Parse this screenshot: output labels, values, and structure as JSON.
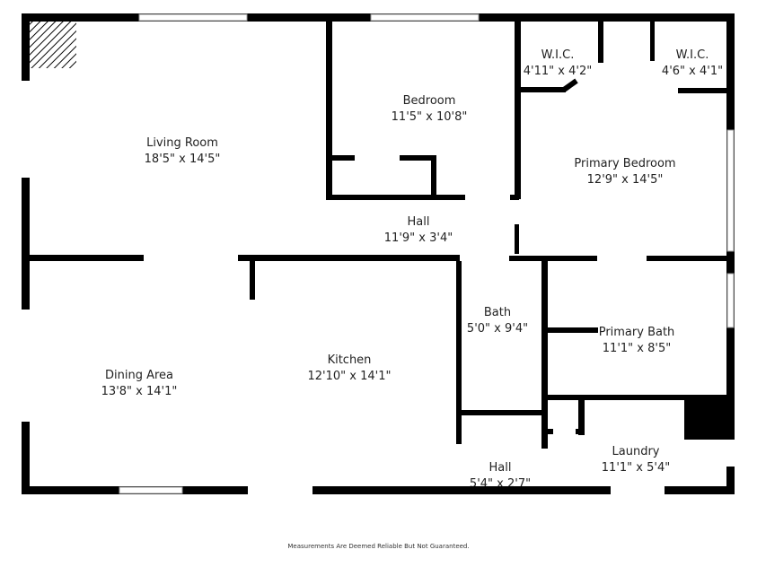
{
  "colors": {
    "wall": "#000000",
    "background": "#ffffff",
    "window": "#9a9a9a"
  },
  "rooms": [
    {
      "name": "Living Room",
      "dims": "18'5\" x 14'5\""
    },
    {
      "name": "Bedroom",
      "dims": "11'5\" x 10'8\""
    },
    {
      "name": "W.I.C.",
      "dims": "4'11\" x 4'2\""
    },
    {
      "name": "W.I.C.",
      "dims": "4'6\" x 4'1\""
    },
    {
      "name": "Primary Bedroom",
      "dims": "12'9\" x 14'5\""
    },
    {
      "name": "Hall",
      "dims": "11'9\" x 3'4\""
    },
    {
      "name": "Bath",
      "dims": "5'0\" x 9'4\""
    },
    {
      "name": "Primary Bath",
      "dims": "11'1\" x 8'5\""
    },
    {
      "name": "Dining Area",
      "dims": "13'8\" x 14'1\""
    },
    {
      "name": "Kitchen",
      "dims": "12'10\" x 14'1\""
    },
    {
      "name": "Laundry",
      "dims": "11'1\" x 5'4\""
    },
    {
      "name": "Hall",
      "dims": "5'4\" x 2'7\""
    }
  ],
  "footer": "Measurements Are Deemed Reliable But Not Guaranteed."
}
